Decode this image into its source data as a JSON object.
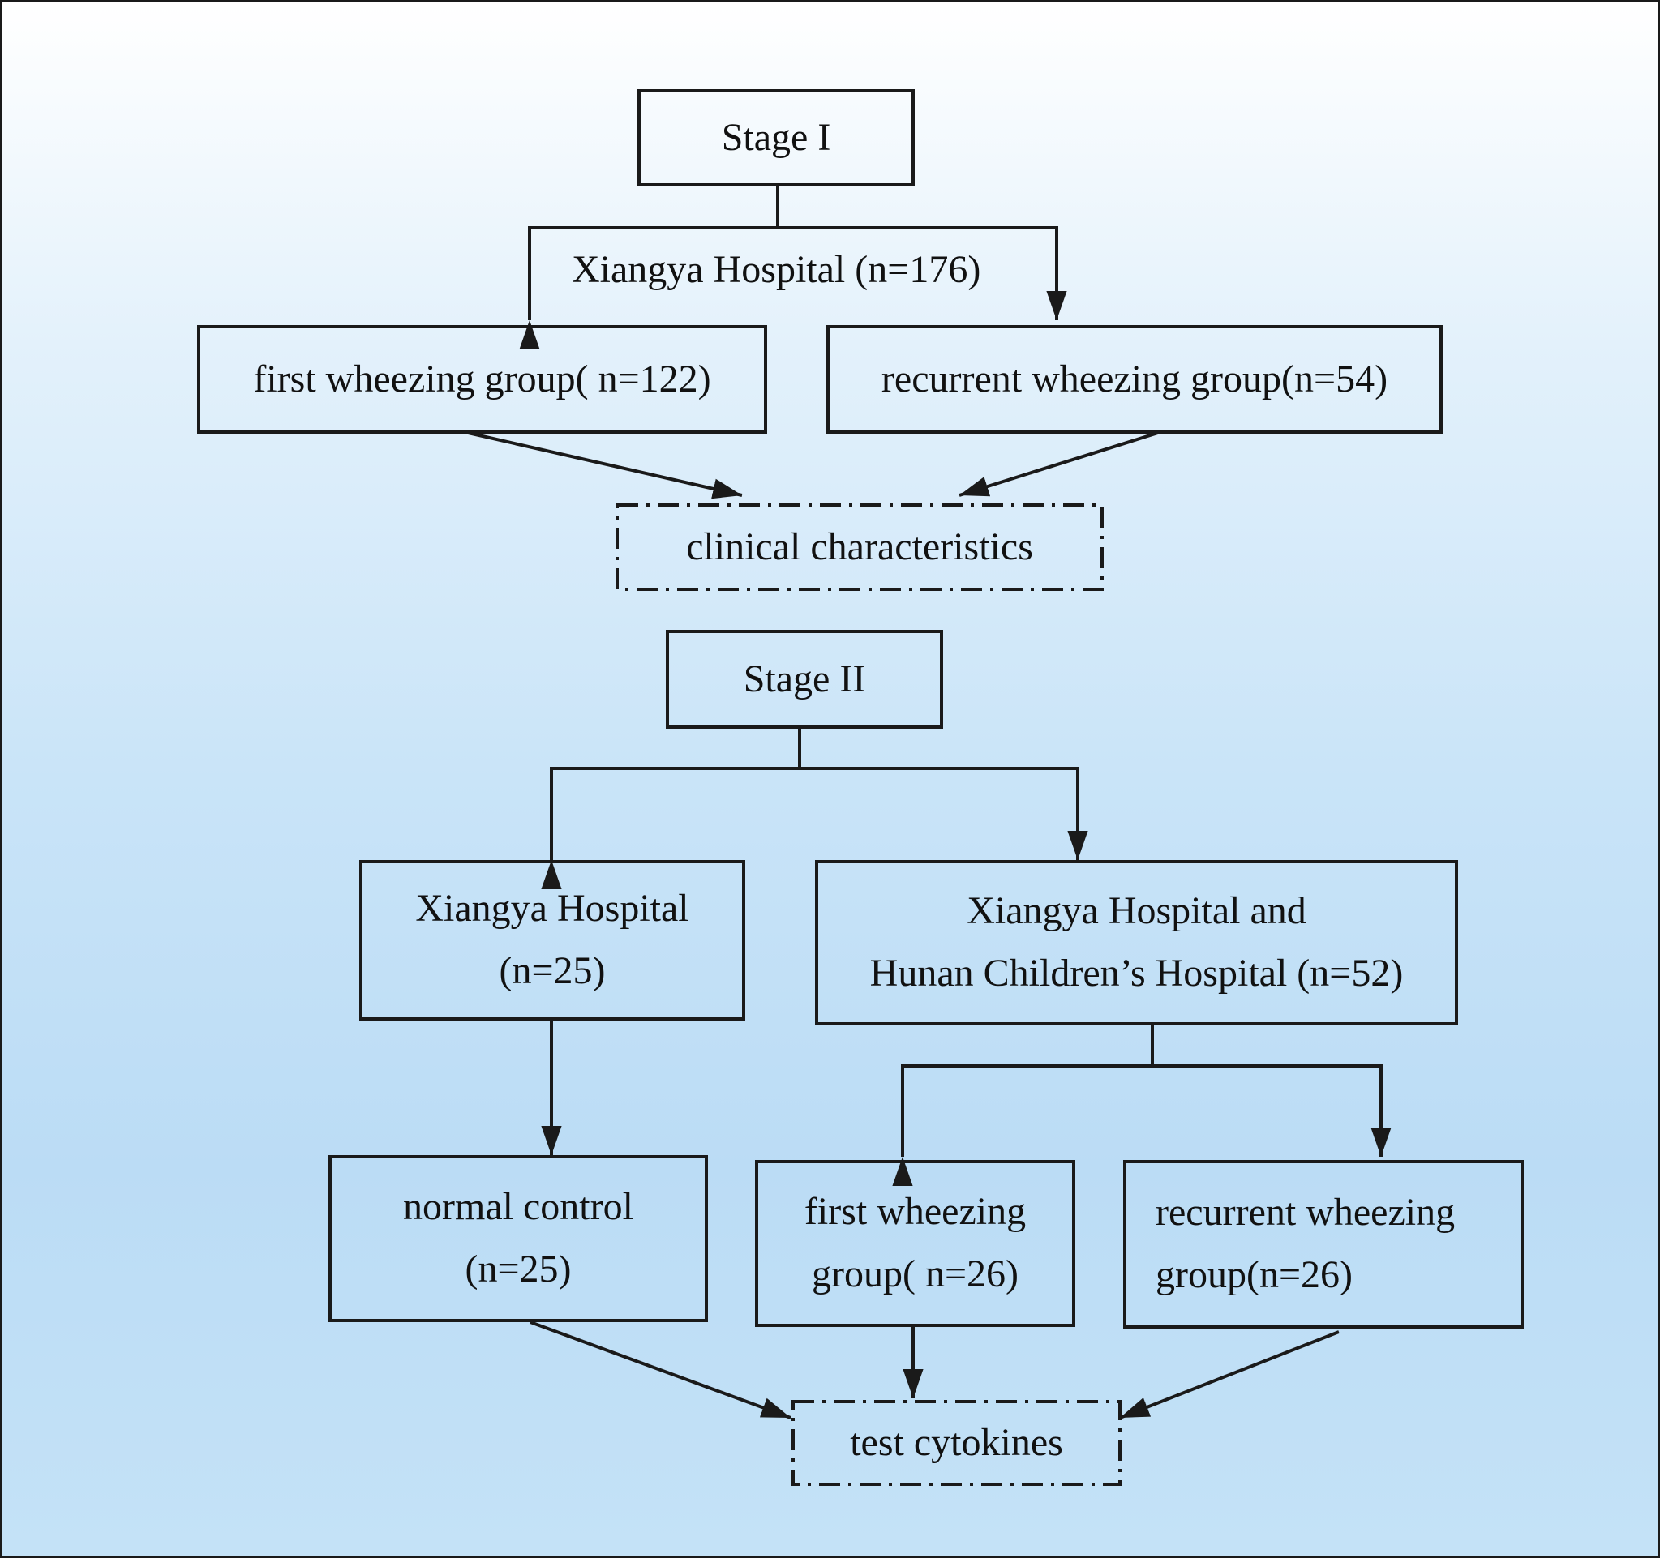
{
  "stage1": {
    "title": "Stage I",
    "source_label": "Xiangya Hospital (n=176)",
    "first_group": "first wheezing group( n=122)",
    "recurrent_group": "recurrent wheezing group(n=54)",
    "outcome": "clinical characteristics"
  },
  "stage2": {
    "title": "Stage II",
    "hospital_a": {
      "line1": "Xiangya Hospital",
      "line2": "(n=25)"
    },
    "hospital_b": {
      "line1": "Xiangya Hospital and",
      "line2": "Hunan Children’s Hospital (n=52)"
    },
    "normal_control": {
      "line1": "normal control",
      "line2": "(n=25)"
    },
    "first_group": {
      "line1": "first wheezing",
      "line2": "group( n=26)"
    },
    "recurrent_group": {
      "line1": "recurrent wheezing",
      "line2": "group(n=26)"
    },
    "outcome": "test cytokines"
  }
}
